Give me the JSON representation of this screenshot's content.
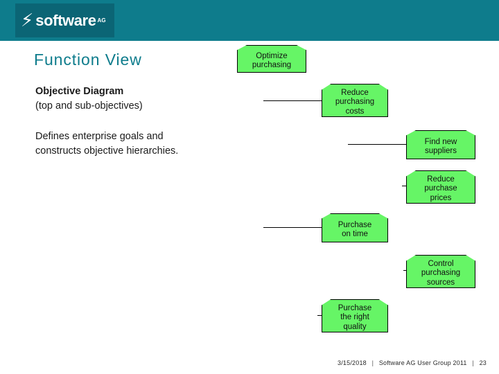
{
  "header": {
    "logo_mark": "⚡",
    "logo_word": "software",
    "logo_sup": "AG",
    "brand_color": "#0e7c8c",
    "logo_box_color": "#0b6575"
  },
  "slide": {
    "title": "Function View",
    "subtitle_line1": "Objective Diagram",
    "subtitle_line2": "(top and sub-objectives)",
    "description": "Defines enterprise goals and constructs objective hierarchies."
  },
  "diagram": {
    "node_fill": "#66f566",
    "node_border": "#000000",
    "nodes": [
      {
        "id": "optimize-purchasing",
        "label": "Optimize\npurchasing",
        "lines": [
          "Optimize",
          "purchasing"
        ]
      },
      {
        "id": "reduce-purchasing-costs",
        "label": "Reduce\npurchasing\ncosts",
        "lines": [
          "Reduce",
          "purchasing",
          "costs"
        ]
      },
      {
        "id": "find-new-suppliers",
        "label": "Find new\nsuppliers",
        "lines": [
          "Find new",
          "suppliers"
        ]
      },
      {
        "id": "reduce-purchase-prices",
        "label": "Reduce\npurchase\nprices",
        "lines": [
          "Reduce",
          "purchase",
          "prices"
        ]
      },
      {
        "id": "purchase-on-time",
        "label": "Purchase\non time",
        "lines": [
          "Purchase",
          "on time"
        ]
      },
      {
        "id": "control-purchasing-sources",
        "label": "Control\npurchasing\nsources",
        "lines": [
          "Control",
          "purchasing",
          "sources"
        ]
      },
      {
        "id": "purchase-the-right-quality",
        "label": "Purchase\nthe right\nquality",
        "lines": [
          "Purchase",
          "the right",
          "quality"
        ]
      }
    ]
  },
  "footer": {
    "date": "3/15/2018",
    "event": "Software AG User Group 2011",
    "page": "23",
    "separator": "|"
  }
}
